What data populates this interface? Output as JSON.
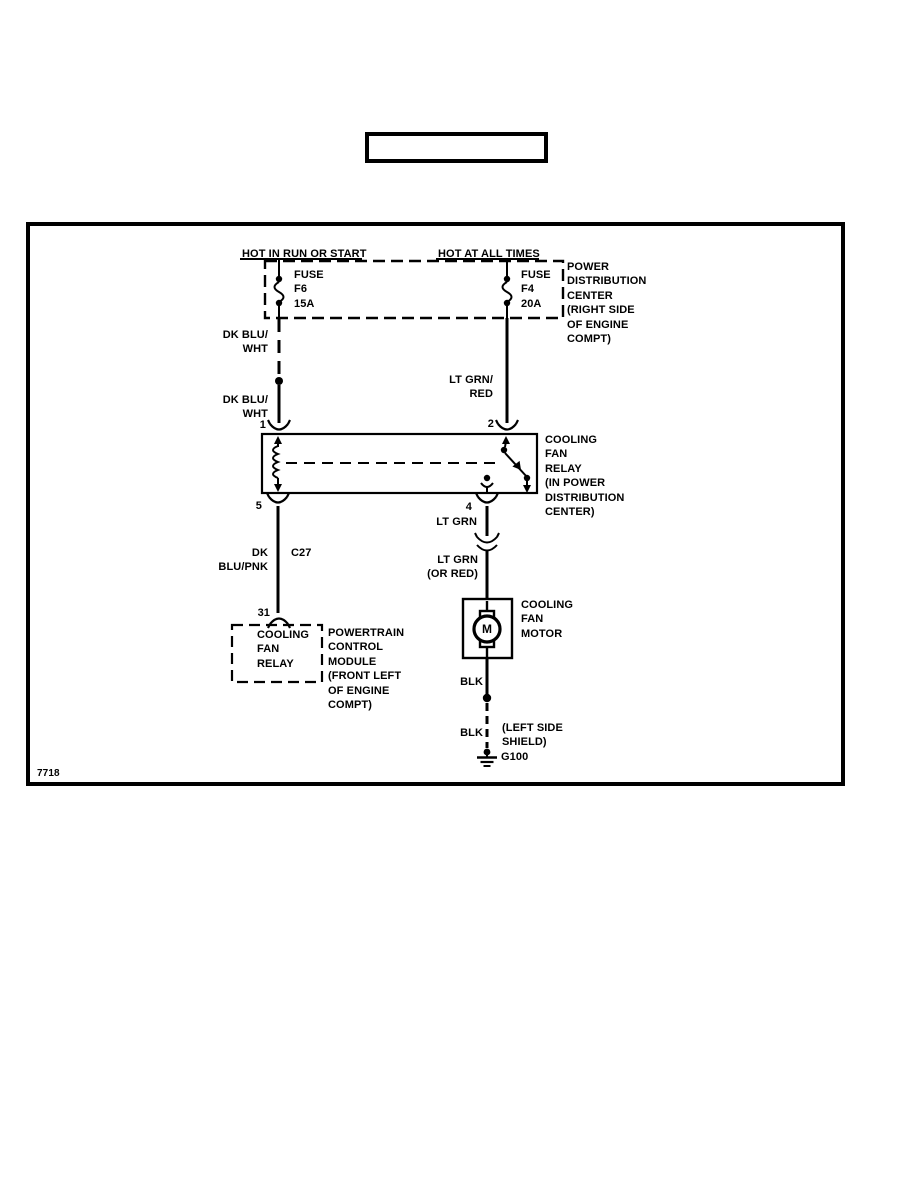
{
  "colors": {
    "ink": "#000000",
    "paper": "#ffffff"
  },
  "title_box": {
    "text": ""
  },
  "figure_number": "7718",
  "pdc": {
    "feed_left": "HOT IN RUN OR START",
    "feed_right": "HOT AT ALL TIMES",
    "fuse_left": "FUSE\nF6\n15A",
    "fuse_right": "FUSE\nF4\n20A",
    "label": "POWER\nDISTRIBUTION\nCENTER\n(RIGHT SIDE\nOF ENGINE\nCOMPT)"
  },
  "wires": {
    "dk_blu_wht_1": "DK BLU/\nWHT",
    "dk_blu_wht_2": "DK BLU/\nWHT",
    "lt_grn_red": "LT GRN/\nRED",
    "lt_grn": "LT GRN",
    "dk_blu_pnk": "DK BLU/PNK",
    "connector_c27": "C27",
    "lt_grn_or_red": "LT GRN\n(OR RED)",
    "blk_1": "BLK",
    "blk_2": "BLK"
  },
  "relay": {
    "pin_1": "1",
    "pin_2": "2",
    "pin_5": "5",
    "pin_4": "4",
    "label": "COOLING\nFAN\nRELAY\n(IN POWER\nDISTRIBUTION\nCENTER)"
  },
  "pcm": {
    "pin_31": "31",
    "input_label": "COOLING\nFAN\nRELAY",
    "label": "POWERTRAIN\nCONTROL\nMODULE\n(FRONT LEFT\nOF ENGINE\nCOMPT)"
  },
  "motor": {
    "label": "COOLING\nFAN\nMOTOR",
    "symbol": "M"
  },
  "ground": {
    "location": "(LEFT SIDE\nSHIELD)",
    "id": "G100"
  }
}
